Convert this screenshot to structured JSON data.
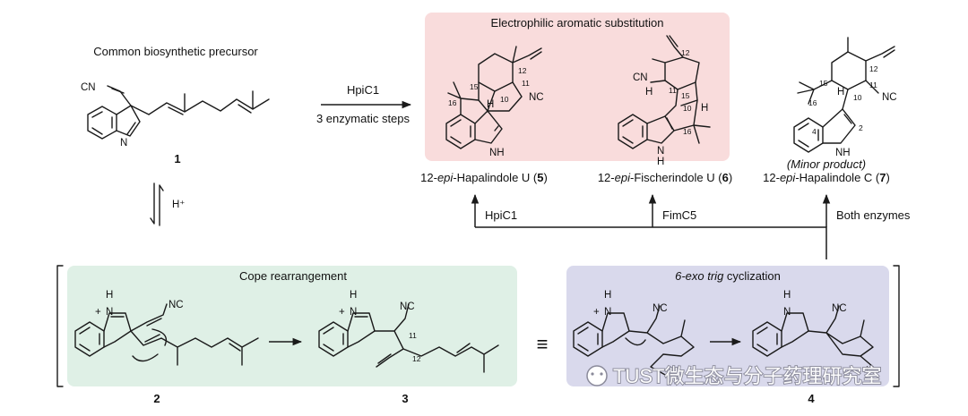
{
  "precursor": {
    "heading": "Common biosynthetic precursor",
    "label": "1",
    "cn": "CN",
    "n": "N"
  },
  "arrow_top": {
    "enzyme": "HpiC1",
    "steps": "3 enzymatic steps"
  },
  "equilibrium": {
    "label": "H⁺"
  },
  "eas_box": {
    "title": "Electrophilic aromatic substitution",
    "color": "#f9dcdc"
  },
  "compound5": {
    "name_prefix": "12-",
    "name_epi": "epi",
    "name_suffix": "-Hapalindole U (",
    "num": "5",
    "close": ")",
    "nc": "NC",
    "nh": "NH",
    "h": "H",
    "atoms": [
      "16",
      "15",
      "10",
      "11",
      "12"
    ]
  },
  "compound6": {
    "name_prefix": "12-",
    "name_epi": "epi",
    "name_suffix": "-Fischerindole U (",
    "num": "6",
    "close": ")",
    "cn": "CN",
    "nh": "N",
    "nh_h": "H",
    "h1": "H",
    "h2": "H",
    "atoms": [
      "12",
      "11",
      "15",
      "10",
      "16"
    ]
  },
  "compound7": {
    "note": "(Minor product)",
    "name_prefix": "12-",
    "name_epi": "epi",
    "name_suffix": "-Hapalindole C (",
    "num": "7",
    "close": ")",
    "nc": "NC",
    "nh": "NH",
    "h": "H",
    "atoms": [
      "12",
      "11",
      "15",
      "10",
      "16",
      "4",
      "2"
    ]
  },
  "bottom_arrows": {
    "left": "HpiC1",
    "middle": "FimC5",
    "right": "Both enzymes"
  },
  "cope_box": {
    "title": "Cope rearrangement",
    "color": "#dff0e6",
    "compound2": {
      "label": "2",
      "nc": "NC",
      "n": "N",
      "h": "H",
      "plus": "+"
    },
    "compound3": {
      "label": "3",
      "nc": "NC",
      "n": "N",
      "h": "H",
      "plus": "+",
      "atoms": [
        "11",
        "12"
      ]
    }
  },
  "cyclization_box": {
    "title_italic": "6-exo trig",
    "title_rest": " cyclization",
    "color": "#d9d9ec",
    "compound4": {
      "label": "4",
      "nc": "NC",
      "n": "N",
      "h": "H",
      "plus": "+"
    }
  },
  "equivalence": "≡",
  "watermark": "TUST微生态与分子药理研究室",
  "colors": {
    "ink": "#1a1a1a",
    "watermark": "#ffffff"
  }
}
